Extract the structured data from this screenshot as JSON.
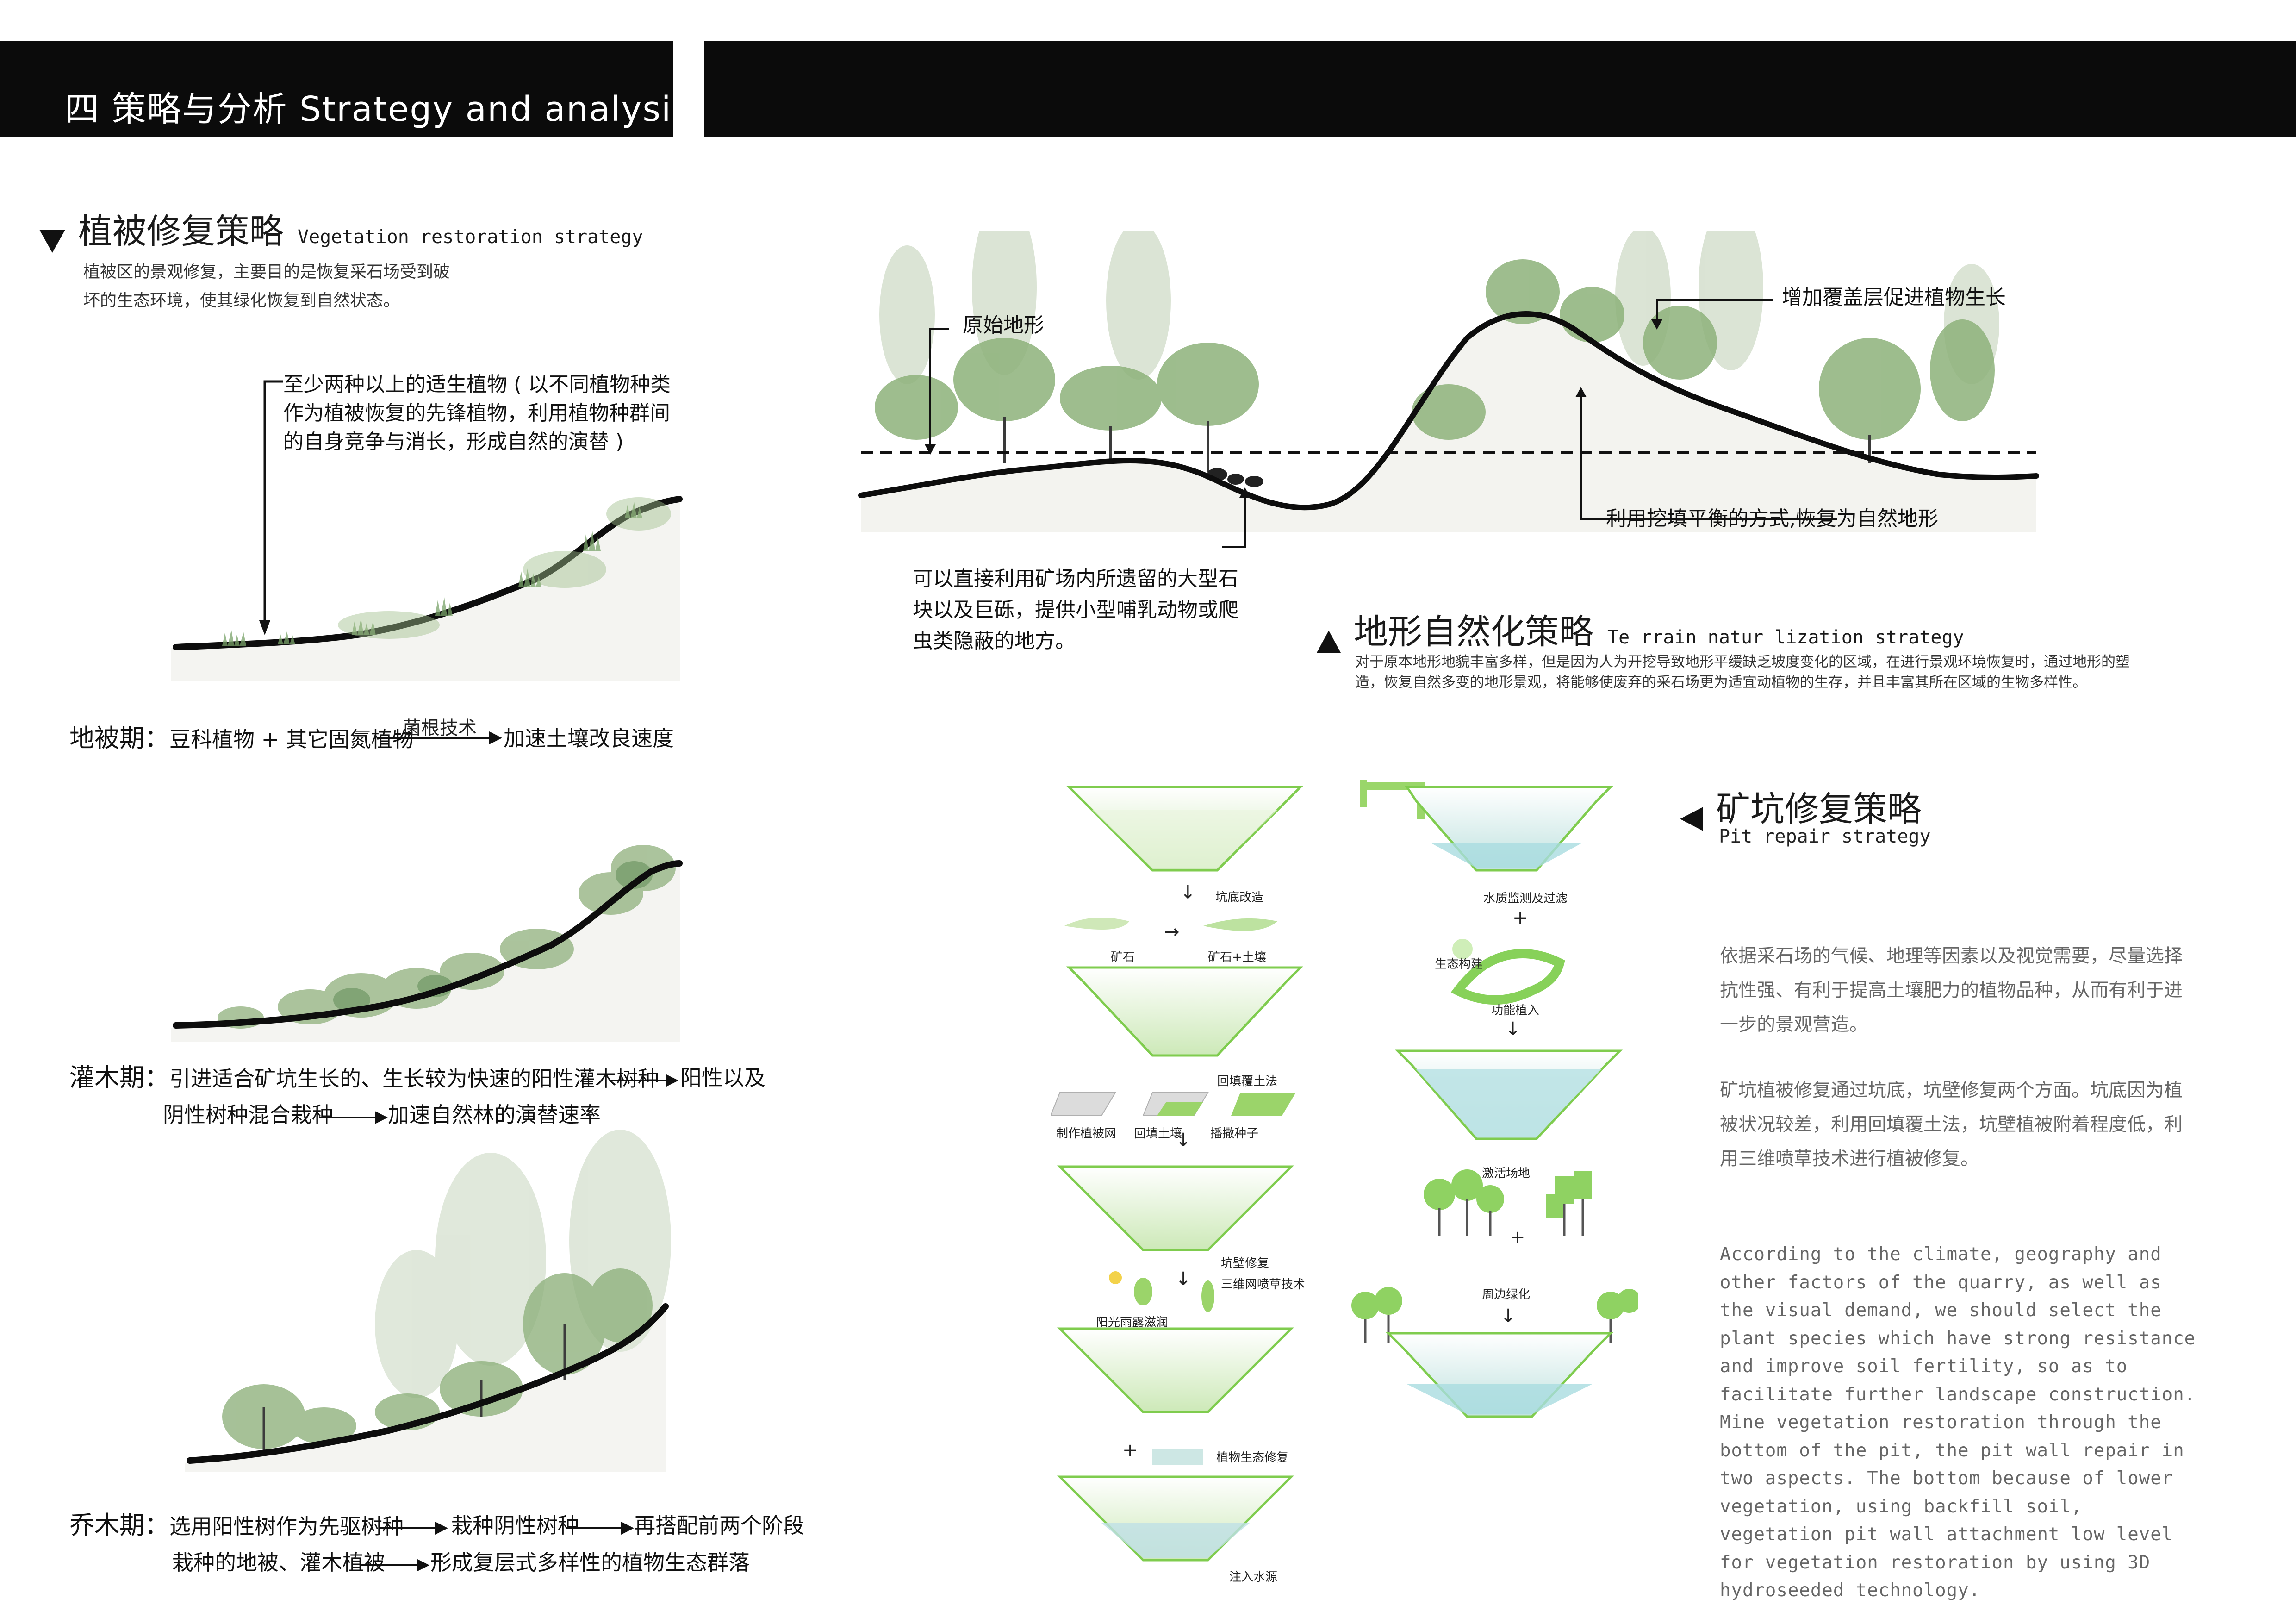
{
  "header": {
    "title": "四 策略与分析 Strategy and analysis"
  },
  "vegetation": {
    "title_cn": "植被修复策略",
    "title_en": "Vegetation restoration strategy",
    "intro_line1": "植被区的景观修复，主要目的是恢复采石场受到破",
    "intro_line2": "坏的生态环境，使其绿化恢复到自然状态。",
    "note_line1": "至少两种以上的适生植物 ( 以不同植物种类",
    "note_line2": "作为植被恢复的先锋植物，利用植物种群间",
    "note_line3": "的自身竞争与消长，形成自然的演替 )",
    "stage1_label": "地被期：",
    "stage1_a": "豆科植物 + 其它固氮植物",
    "stage1_arrow_label": "菌根技术",
    "stage1_b": "加速土壤改良速度",
    "stage2_label": "灌木期：",
    "stage2_a": "引进适合矿坑生长的、生长较为快速的阳性灌木树种",
    "stage2_b": "阳性以及",
    "stage2_c": "阴性树种混合栽种",
    "stage2_d": "加速自然林的演替速率",
    "stage3_label": "乔木期：",
    "stage3_a": "选用阳性树作为先驱树种",
    "stage3_b": "栽种阴性树种",
    "stage3_c": "再搭配前两个阶段",
    "stage3_d": "栽种的地被、灌木植被",
    "stage3_e": "形成复层式多样性的植物生态群落"
  },
  "terrain": {
    "label_original": "原始地形",
    "label_cover": "增加覆盖层促进植物生长",
    "label_cutfill": "利用挖填平衡的方式,恢复为自然地形",
    "label_rocks_line1": "可以直接利用矿场内所遗留的大型石",
    "label_rocks_line2": "块以及巨砾，提供小型哺乳动物或爬",
    "label_rocks_line3": "虫类隐蔽的地方。",
    "title_cn": "地形自然化策略",
    "title_en": "Te rrain natur lization strategy",
    "desc_line1": "对于原本地形地貌丰富多样，但是因为人为开挖导致地形平缓缺乏坡度变化的区域，在进行景观环境恢复时，通过地形的塑",
    "desc_line2": "造，恢复自然多变的地形景观，将能够使废弃的采石场更为适宜动植物的生存，并且丰富其所在区域的生物多样性。"
  },
  "pit": {
    "title_cn": "矿坑修复策略",
    "title_en": "Pit repair strategy",
    "para_cn1": "依据采石场的气候、地理等因素以及视觉需要，尽量选择抗性强、有利于提高土壤肥力的植物品种，从而有利于进一步的景观营造。",
    "para_cn2": "矿坑植被修复通过坑底，坑壁修复两个方面。坑底因为植被状况较差，利用回填覆土法，坑壁植被附着程度低，利用三维喷草技术进行植被修复。",
    "para_en": "According to the climate, geography and other factors of the quarry, as well as the visual demand, we should select the plant species which have strong resistance and improve soil fertility, so as to facilitate further landscape construction. Mine vegetation restoration through the bottom of the pit, the pit wall repair in two aspects. The bottom because of lower vegetation, using backfill soil, vegetation pit wall attachment low level for vegetation restoration by using 3D hydroseeded technology.",
    "step_bottom": "坑底改造",
    "ore": "矿石",
    "ore_soil": "矿石+土壤",
    "backfill": "回填覆土法",
    "make_net": "制作植被网",
    "backfill_soil": "回填土壤",
    "sow": "播撒种子",
    "wall_repair": "坑壁修复",
    "hydroseed": "三维网喷草技术",
    "sun_rain": "阳光雨露滋润",
    "plant_eco": "植物生态修复",
    "water_inject": "注入水源",
    "water_monitor": "水质监测及过滤",
    "eco_build": "生态构建",
    "function_implant": "功能植入",
    "activate": "激活场地",
    "edge_green": "周边绿化",
    "plus": "+",
    "down_arrow": "↓",
    "right_arrow": "→"
  }
}
